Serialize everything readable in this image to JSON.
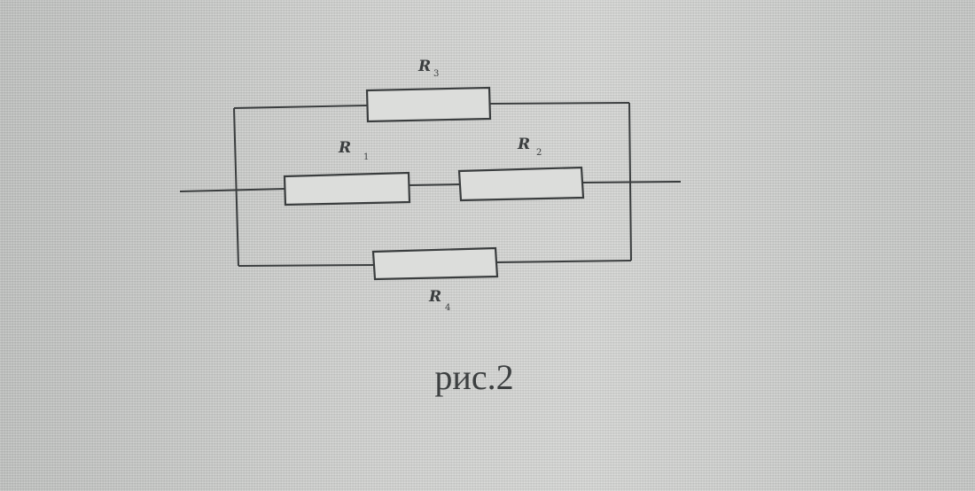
{
  "diagram": {
    "resistors": [
      {
        "id": "R3",
        "label": "R",
        "subscript": "3"
      },
      {
        "id": "R1",
        "label": "R",
        "subscript": "1"
      },
      {
        "id": "R2",
        "label": "R",
        "subscript": "2"
      },
      {
        "id": "R4",
        "label": "R",
        "subscript": "4"
      }
    ]
  },
  "caption": "рис.2",
  "colors": {
    "ink": "#3a3d3e",
    "paper": "#c9cac8"
  }
}
